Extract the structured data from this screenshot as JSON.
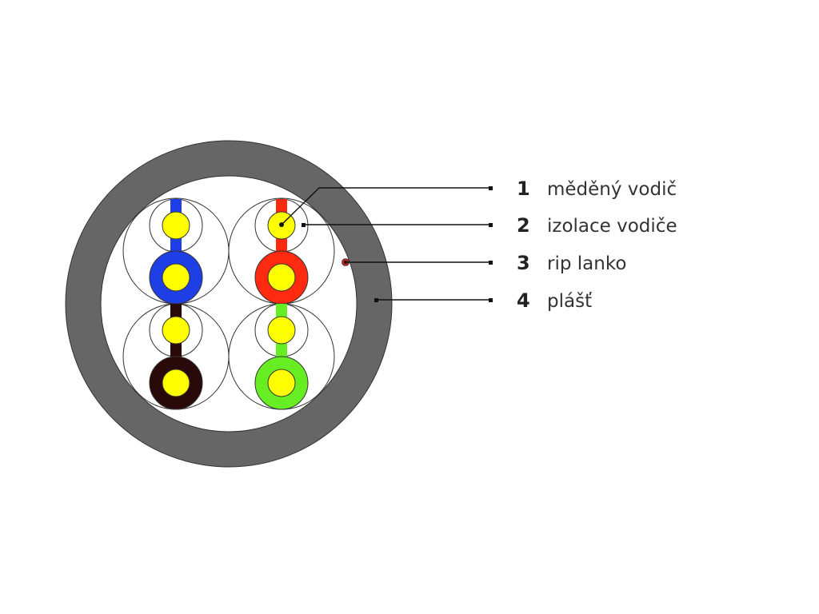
{
  "colors": {
    "sheath": "#666666",
    "core_background": "#ffffff",
    "copper": "#ffff00",
    "rip_cord": "#cc2222",
    "pairs": {
      "blue": "#1f3fe6",
      "red": "#ff2a10",
      "brown": "#2a0a08",
      "green": "#66ee22"
    }
  },
  "legend": [
    {
      "number": "1",
      "label": "měděný vodič"
    },
    {
      "number": "2",
      "label": "izolace vodiče"
    },
    {
      "number": "3",
      "label": "rip lanko"
    },
    {
      "number": "4",
      "label": "plášť"
    }
  ]
}
